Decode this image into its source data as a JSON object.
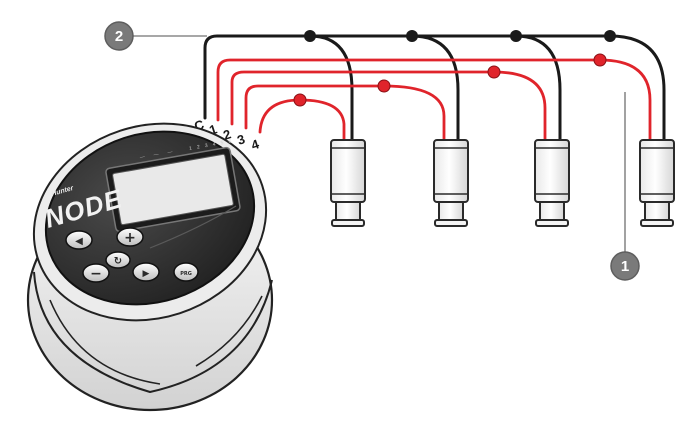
{
  "callouts": {
    "one": "1",
    "two": "2"
  },
  "terminals": [
    "C",
    "1",
    "2",
    "3",
    "4"
  ],
  "controller": {
    "brand": "Hunter",
    "model": "NODE",
    "screen_tabs": [
      "—",
      "—",
      "—"
    ],
    "screen_digits": [
      "1",
      "2",
      "3",
      "4",
      "5",
      "6"
    ],
    "buttons": {
      "left": "◀",
      "plus": "+",
      "minus": "−",
      "right": "▶",
      "cycle": "↻",
      "prog": "PRG"
    }
  },
  "colors": {
    "common_wire": "#1a1a1a",
    "zone_wire": "#e0242b",
    "node_dot_red": "#e0242b",
    "node_dot_black": "#1a1a1a",
    "callout_bg": "#7a7a7a",
    "controller_body": "#2c2c2c"
  },
  "icons": {
    "solenoid": "solenoid-valve-icon"
  }
}
